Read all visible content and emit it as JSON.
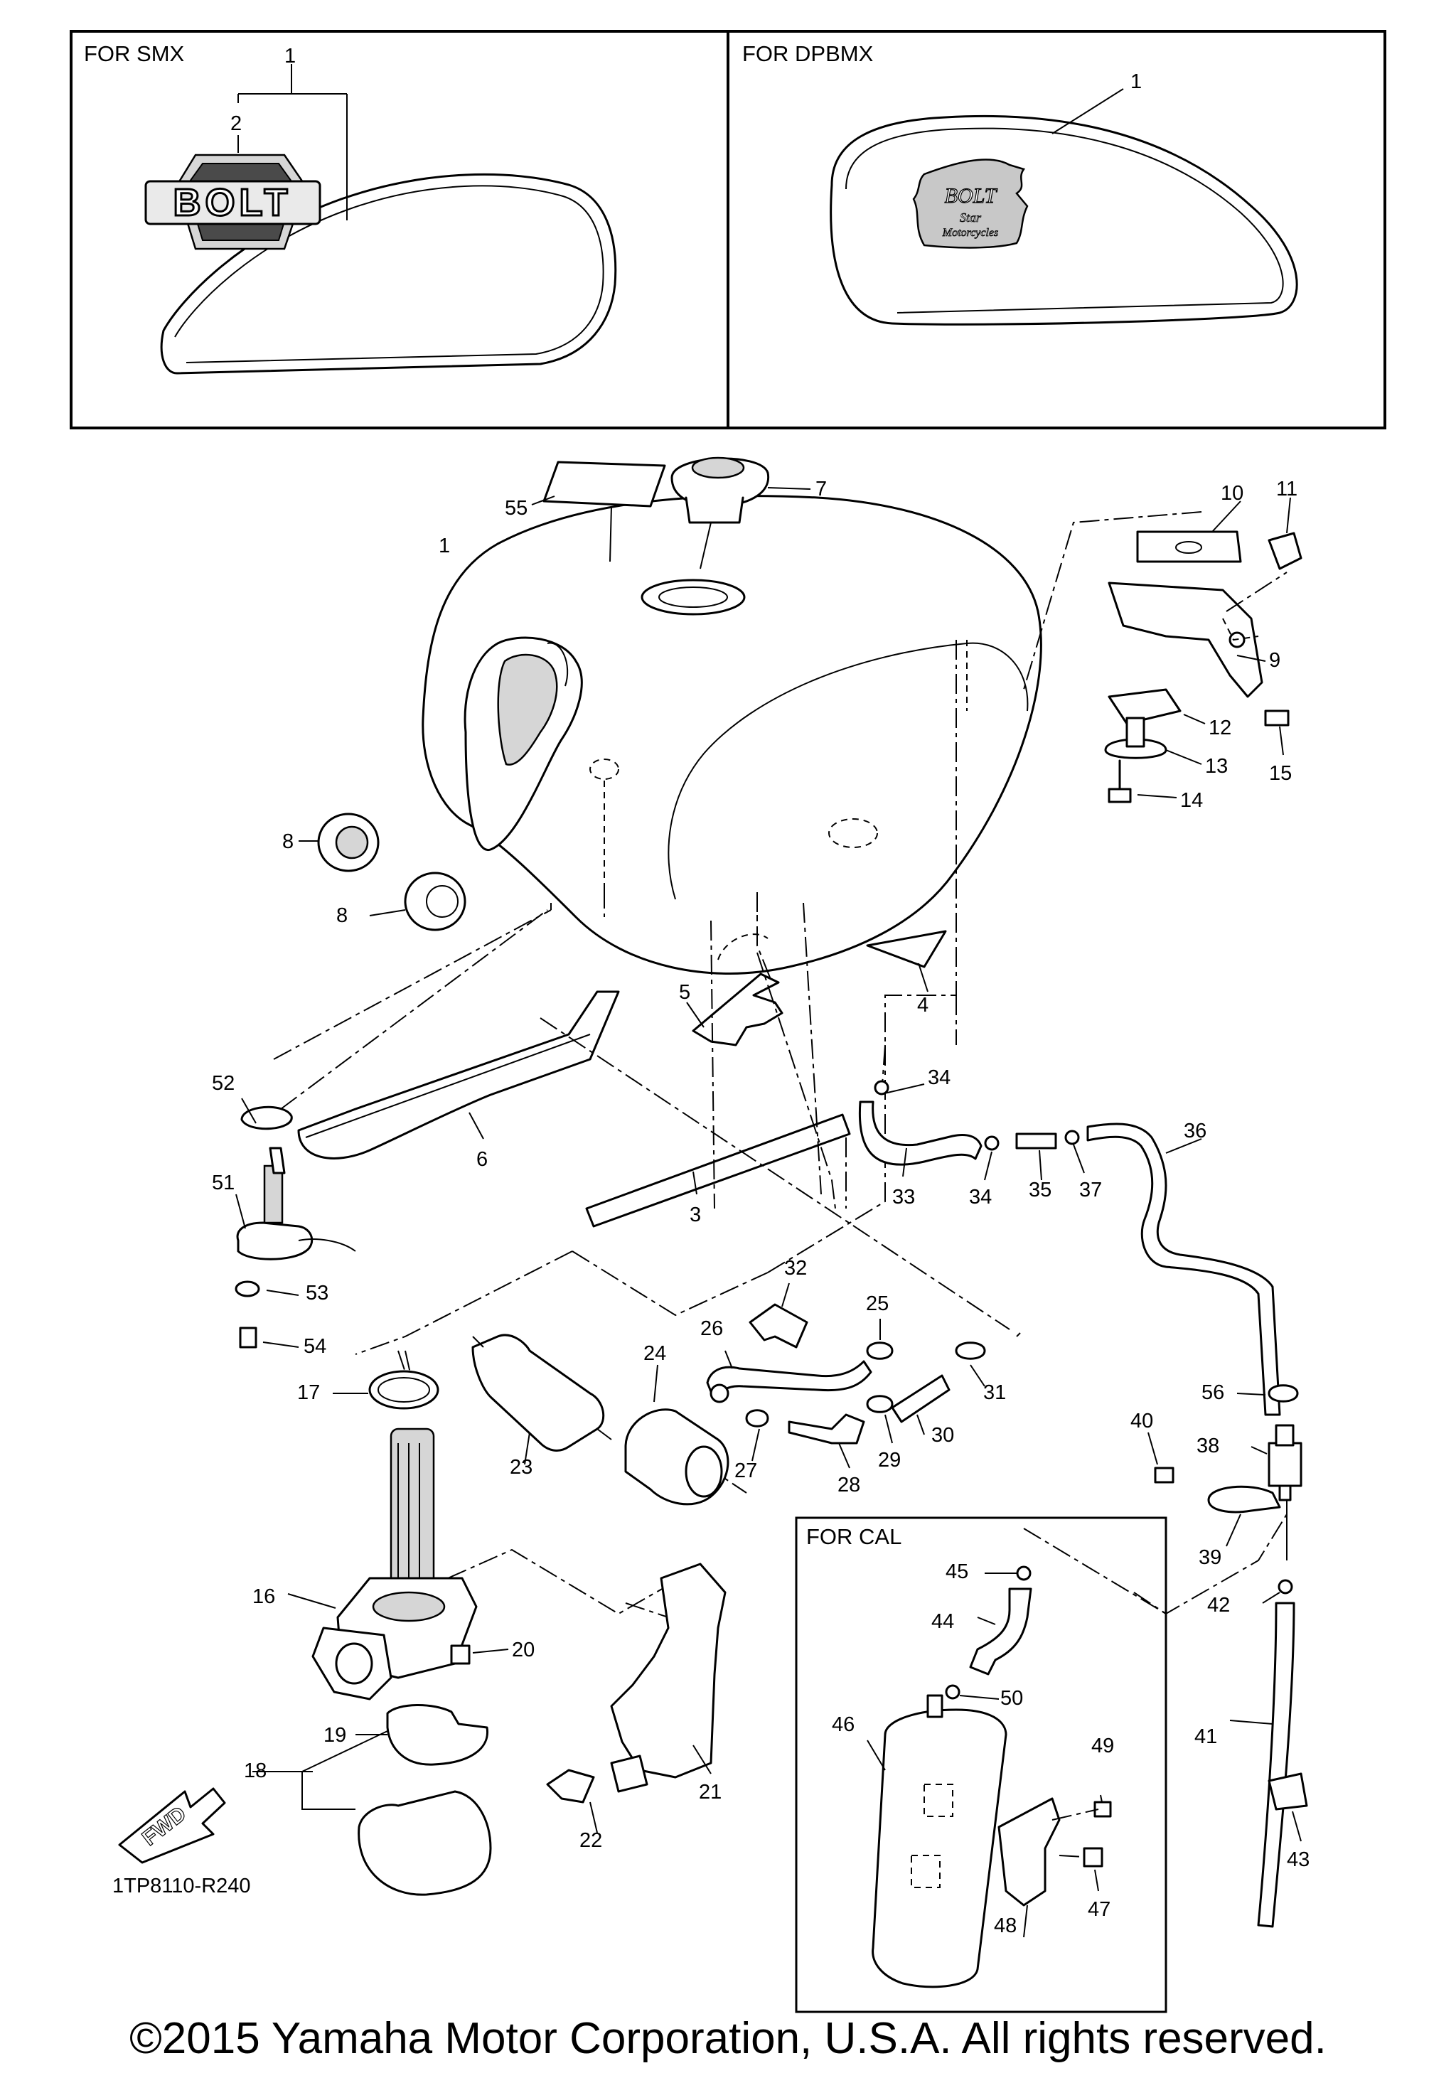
{
  "insets": {
    "smx": {
      "title": "FOR SMX",
      "callouts": [
        "1",
        "2"
      ],
      "emblem": "BOLT"
    },
    "dpbmx": {
      "title": "FOR DPBMX",
      "callouts": [
        "1"
      ],
      "emblem_lines": [
        "BOLT",
        "Star",
        "Motorcycles"
      ]
    },
    "cal": {
      "title": "FOR CAL"
    }
  },
  "callouts": [
    "1",
    "2",
    "3",
    "4",
    "5",
    "6",
    "7",
    "8",
    "8",
    "9",
    "10",
    "11",
    "12",
    "13",
    "14",
    "15",
    "16",
    "17",
    "18",
    "19",
    "20",
    "21",
    "22",
    "23",
    "24",
    "25",
    "26",
    "27",
    "28",
    "29",
    "30",
    "31",
    "32",
    "33",
    "34",
    "34",
    "35",
    "36",
    "37",
    "38",
    "39",
    "40",
    "41",
    "42",
    "43",
    "44",
    "45",
    "46",
    "47",
    "48",
    "49",
    "50",
    "51",
    "52",
    "53",
    "54",
    "55",
    "56"
  ],
  "fwd_label": "FWD",
  "diagram_code": "1TP8110-R240",
  "copyright": "©2015 Yamaha Motor Corporation, U.S.A. All rights reserved."
}
